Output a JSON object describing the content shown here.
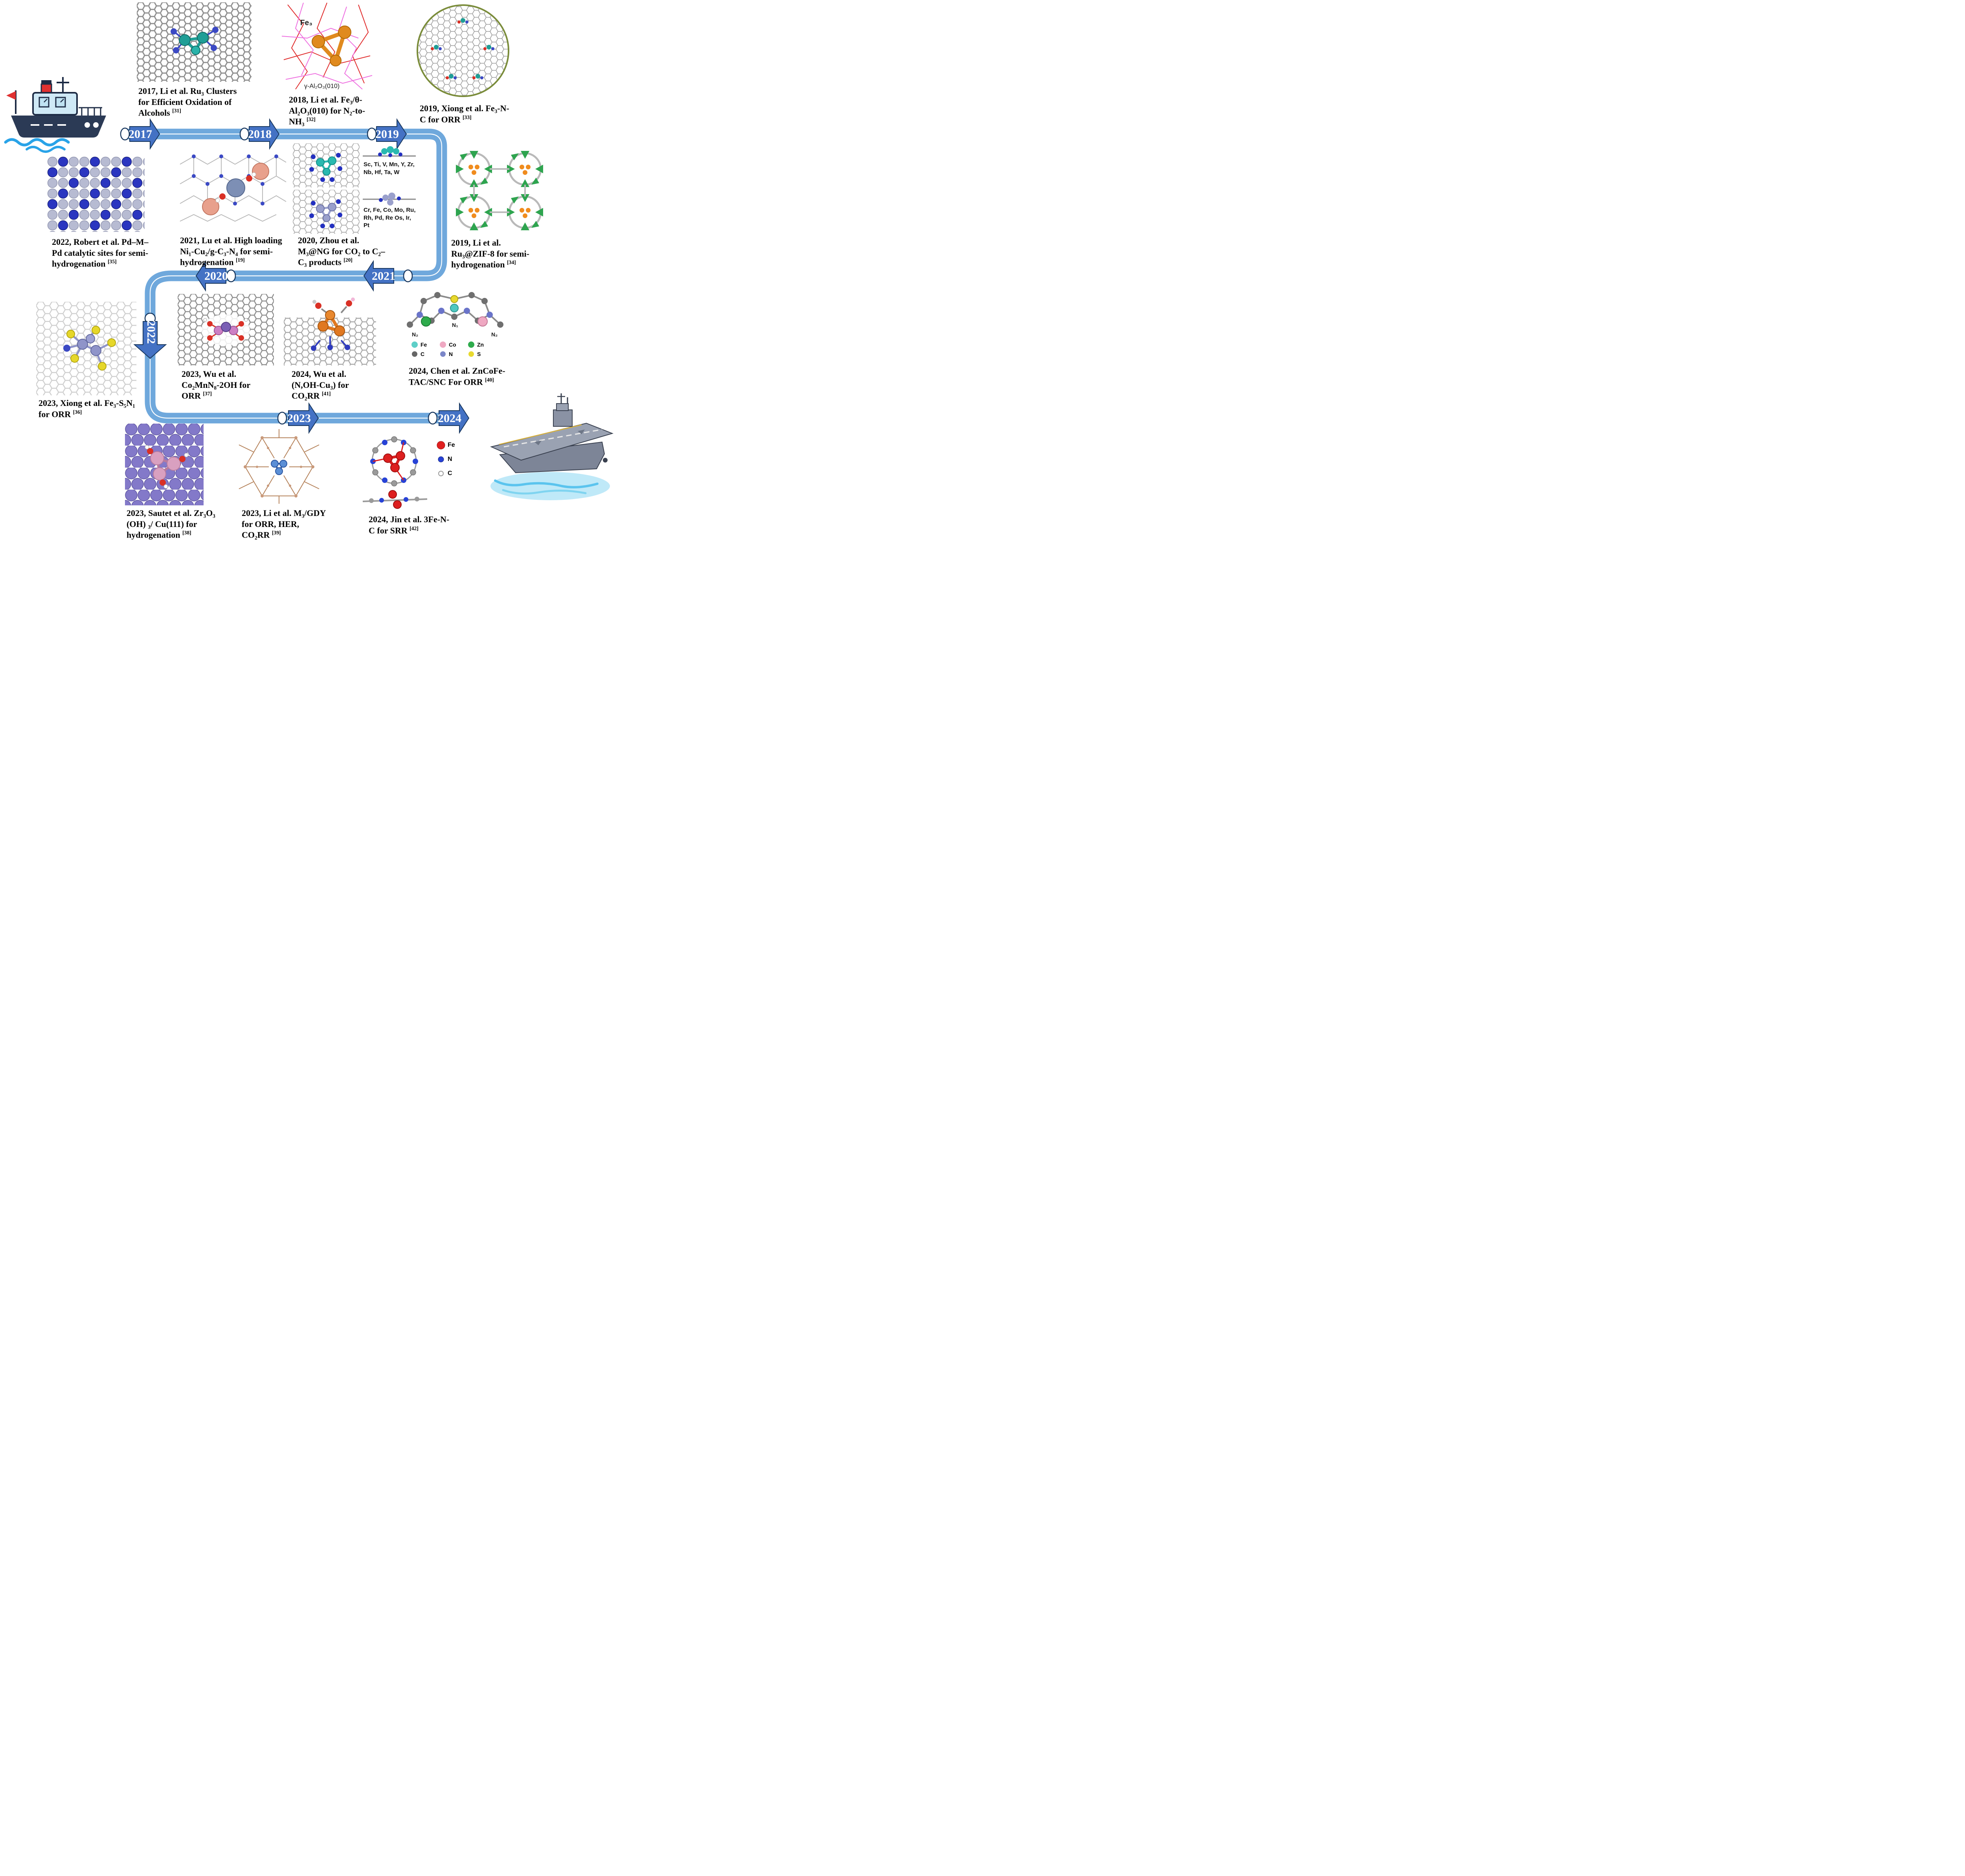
{
  "timeline": {
    "years": [
      "2017",
      "2018",
      "2019",
      "2020",
      "2021",
      "2022",
      "2023",
      "2024"
    ],
    "colors": {
      "band": "#6fa8dc",
      "band_centerline": "#ffffff",
      "arrow_fill": "#4472c4",
      "arrow_border": "#17365d",
      "node_fill": "#ffffff"
    }
  },
  "entries": {
    "e2017": {
      "caption": "2017, Li et al. Ru₃ Clusters for Efficient Oxidation of Alcohols",
      "ref": "[31]"
    },
    "e2018": {
      "caption": "2018, Li et al. Fe₃/θ-Al₂O₃(010) for  N₂-to-NH₃",
      "ref": "[32]"
    },
    "e2019xiong": {
      "caption": "2019, Xiong et al. Fe₃-N-C for ORR",
      "ref": "[33]"
    },
    "e2019li": {
      "caption": "2019, Li et al. Ru₃@ZIF-8 for semi-hydrogenation",
      "ref": "[34]"
    },
    "e2020zhou": {
      "caption": "2020, Zhou et al. M₃@NG for CO₂ to C₂–C₃ products",
      "ref": "[20]"
    },
    "e2021lu": {
      "caption": "2021, Lu et al. High loading Ni₁-Cu₂/g-C₃-N₄ for semi-hydrogenation",
      "ref": "[19]"
    },
    "e2022robert": {
      "caption": "2022, Robert et al. Pd–M–Pd catalytic sites  for semi-hydrogenation",
      "ref": "[35]"
    },
    "e2023xiong": {
      "caption": "2023, Xiong et al. Fe₃-S₅N₁ for ORR",
      "ref": "[36]"
    },
    "e2023wu": {
      "caption": "2023, Wu et al. Co₂MnN₈-2OH for ORR",
      "ref": "[37]"
    },
    "e2024wu": {
      "caption": "2024, Wu et al. (N,OH-Cu₃) for CO₂RR",
      "ref": "[41]"
    },
    "e2024chen": {
      "caption": "2024, Chen et al. ZnCoFe-TAC/SNC For ORR",
      "ref": "[40]"
    },
    "e2023sautet": {
      "caption": "2023, Sautet et al. Zr₃O₃ (OH) ₃/ Cu(111) for hydrogenation",
      "ref": "[38]"
    },
    "e2023li": {
      "caption": "2023, Li et al. M₃/GDY for ORR, HER, CO₂RR",
      "ref": "[39]"
    },
    "e2024jin": {
      "caption": "2024, Jin et al. 3Fe-N-C for SRR",
      "ref": "[42]"
    }
  },
  "panel_labels": {
    "fe3": "Fe₃",
    "alumina_surface": "γ-Al₂O₃(010)",
    "m3ng_top_elements": "Sc, Ti, V, Mn, Y, Zr, Nb, Hf, Ta, W",
    "m3ng_bottom_elements": "Cr, Fe, Co, Mo, Ru, Rh, Pd, Re Os, Ir, Pt",
    "chen_n1": "N₁",
    "chen_n2": "N₂"
  },
  "legends": {
    "chen": [
      {
        "label": "Fe",
        "color": "#5ecfc8"
      },
      {
        "label": "Co",
        "color": "#efa8c2"
      },
      {
        "label": "Zn",
        "color": "#2eab4c"
      },
      {
        "label": "C",
        "color": "#666666"
      },
      {
        "label": "N",
        "color": "#7b86c8"
      },
      {
        "label": "S",
        "color": "#e8d92e"
      }
    ],
    "jin": [
      {
        "label": "Fe",
        "color": "#e02020"
      },
      {
        "label": "N",
        "color": "#2742d6"
      },
      {
        "label": "C",
        "color": "#9a9a9a"
      }
    ]
  }
}
